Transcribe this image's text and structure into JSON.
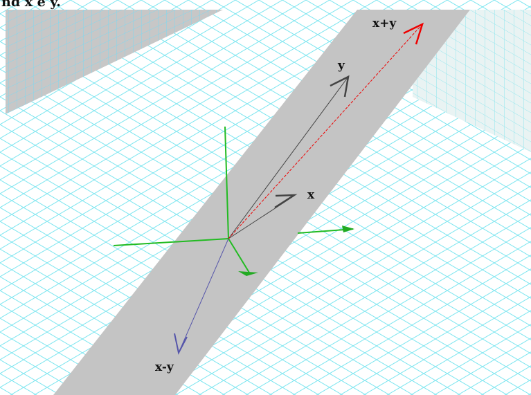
{
  "caption_fragment": "nd x e y.",
  "vectors": {
    "x": {
      "label": "x",
      "color": "#444444"
    },
    "y": {
      "label": "y",
      "color": "#444444"
    },
    "sum": {
      "label": "x+y",
      "color": "#ee0000"
    },
    "difference": {
      "label": "x-y",
      "color": "#5555aa"
    }
  },
  "colors": {
    "grid_line": "#7fe6f0",
    "wall_left": "#c7c7c7",
    "wall_right": "#e9f3f3",
    "plane": "#c4c4c4",
    "axes": "#22bb22"
  }
}
